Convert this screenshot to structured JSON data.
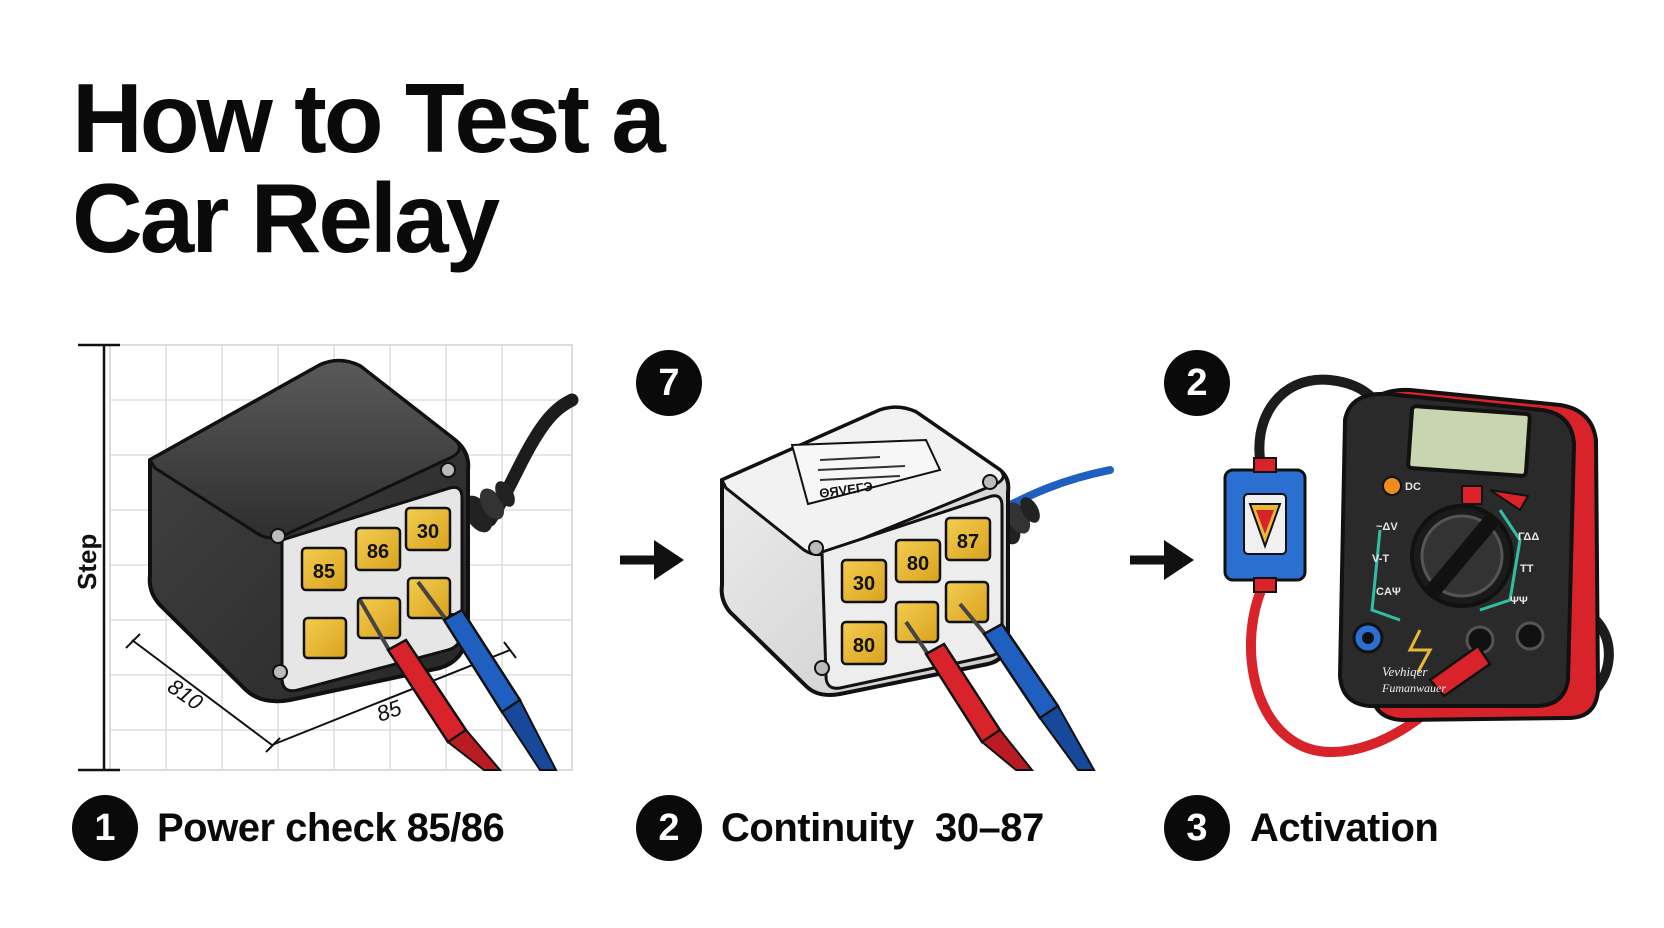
{
  "title": {
    "line1": "How to Test a",
    "line2": "Car Relay"
  },
  "panel1": {
    "axis_label": "Step",
    "dim_label_left": "810",
    "dim_label_bottom": "85",
    "terminals": [
      "85",
      "86",
      "30"
    ]
  },
  "panel2": {
    "top_badge": "7",
    "terminals": [
      "30",
      "80",
      "87",
      "80"
    ],
    "plate_text": "ΘЯVEΓЭ"
  },
  "panel3": {
    "top_badge": "2",
    "meter_text_line1": "Vevhiqer",
    "meter_text_line2": "Fumanwauer",
    "dial_labels": [
      "DC",
      "~ΔV",
      "V-T",
      "CAΨ",
      "ΓΔΔ",
      "TT",
      "ΨΨ"
    ]
  },
  "steps": [
    {
      "number": "1",
      "label": "Power check 85/86"
    },
    {
      "number": "2",
      "label": "Continuity  30–87"
    },
    {
      "number": "3",
      "label": "Activation"
    }
  ],
  "colors": {
    "red_probe": "#d8232a",
    "blue_probe": "#1f5fbf",
    "terminal_gold": "#e8b935",
    "relay_dark": "#3a3a3a",
    "relay_light": "#dcdcdc"
  }
}
